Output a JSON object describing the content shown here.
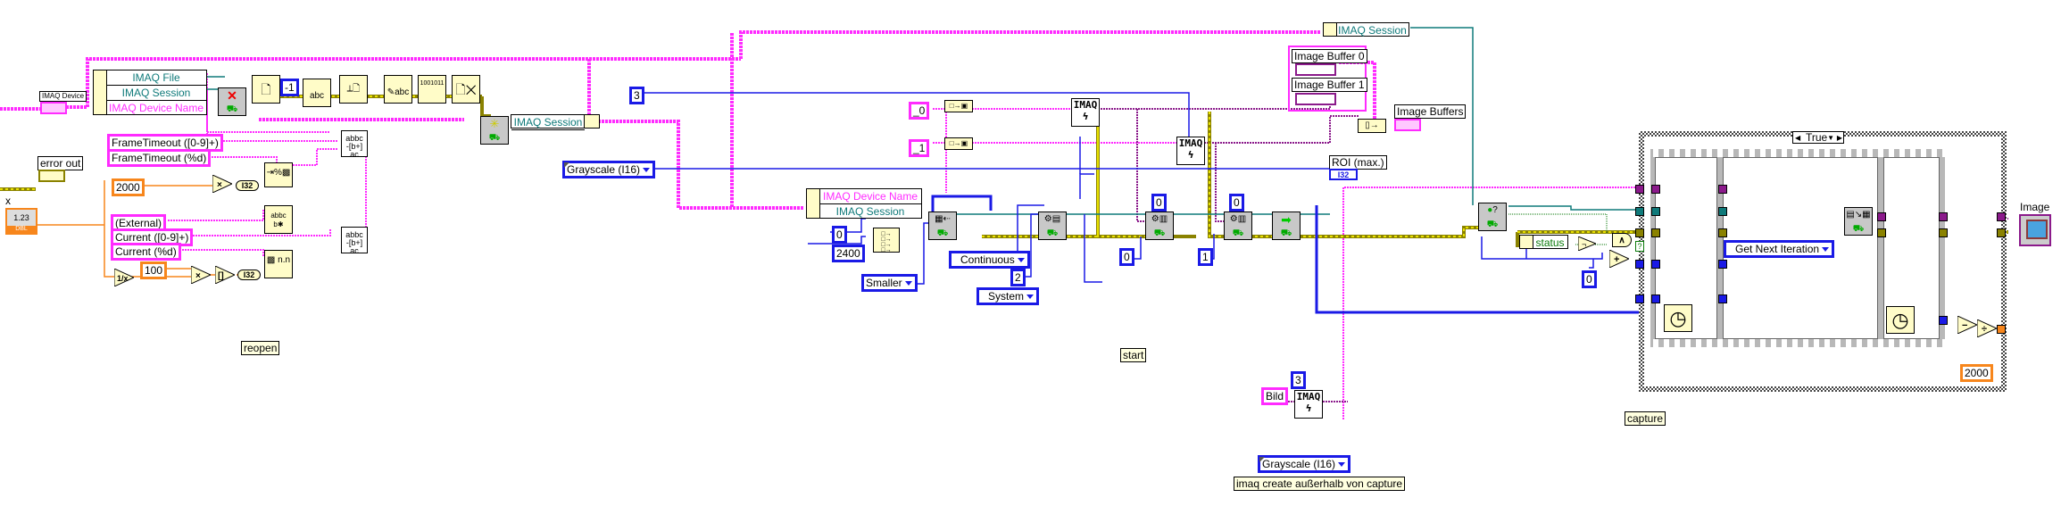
{
  "diagram": {
    "type": "LabVIEW block diagram",
    "wire_colors": {
      "string": "#ff2bff",
      "error_cluster": "#d4c800",
      "integer": "#1a1ae6",
      "double": "#f7861c",
      "imaq_session": "#0f7a7a",
      "image_ref": "#8b1a8b",
      "boolean": "#0b7a0b"
    }
  },
  "left_section": {
    "imaq_device_indicator_label": "IMAQ Device",
    "error_out_label": "error out",
    "x_control_label": "x",
    "x_control_value": "1.23",
    "x_control_type": "DBL",
    "unbundle_rows": [
      "IMAQ File",
      "IMAQ Session",
      "IMAQ Device Name"
    ],
    "minus_one_const": "-1",
    "string_constants": [
      "FrameTimeout ([0-9]+)",
      "FrameTimeout (%d)",
      "(External)",
      "Current ([0-9]+)",
      "Current (%d)"
    ],
    "num_2000": "2000",
    "num_100": "100",
    "i32_label": "I32",
    "session_out": "IMAQ Session",
    "comment": "reopen"
  },
  "middle_section": {
    "num_3": "3",
    "grayscale_enum": "Grayscale (I16)",
    "bundle_rows": [
      "IMAQ Device Name",
      "IMAQ Session"
    ],
    "num_0": "0",
    "num_2400": "2400",
    "smaller_enum": "Smaller",
    "continuous_enum": "Continuous",
    "num_2": "2",
    "system_enum": "System",
    "buffer_name_0": "_0",
    "buffer_name_1": "_1",
    "imaq_create_label": "IMAQ",
    "buf_index_0_top": "0",
    "buf_index_0_left": "0",
    "buf_index_1_top": "0",
    "buf_index_1_left": "1",
    "comment": "start"
  },
  "right_section": {
    "session_bundle_label": "IMAQ Session",
    "image_buffer_0_label": "Image Buffer 0",
    "image_buffer_1_label": "Image Buffer 1",
    "image_buffers_label": "Image Buffers",
    "roi_label": "ROI (max.)",
    "roi_type": "I32",
    "status_label": "status",
    "num_0": "0",
    "bild_const": "Bild",
    "num_3": "3",
    "grayscale_enum": "Grayscale (I16)",
    "create_comment": "imaq create außerhalb von capture",
    "case_selector": "True",
    "get_next_enum": "Get Next Iteration",
    "num_2000": "2000",
    "image_indicator_label": "Image",
    "capture_comment": "capture"
  }
}
